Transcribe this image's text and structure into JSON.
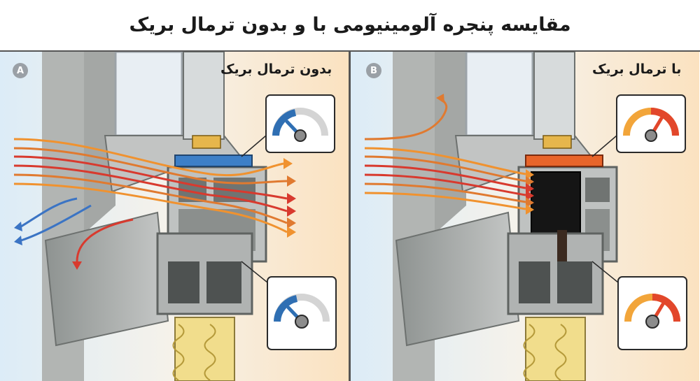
{
  "title": "مقایسه پنجره آلومینیومی با و بدون ترمال بریک",
  "panels": [
    {
      "badge": "A",
      "label": "بدون ترمال بریک",
      "gauge_level": "low",
      "gauge_color": "#2f6fb3",
      "gasket_color": "#3d7fc7",
      "core_color": "#e04a2a"
    },
    {
      "badge": "B",
      "label": "با ترمال بریک",
      "gauge_level": "high",
      "gauge_color": "#e2472b",
      "gasket_color": "#e8652a",
      "core_color": "#151515"
    }
  ],
  "colors": {
    "heat_red": "#d83a2e",
    "heat_orange": "#f0922f",
    "cold_blue": "#3b74c4",
    "frame_gray": "#aeb1b1",
    "insulation": "#f1dd8c"
  }
}
